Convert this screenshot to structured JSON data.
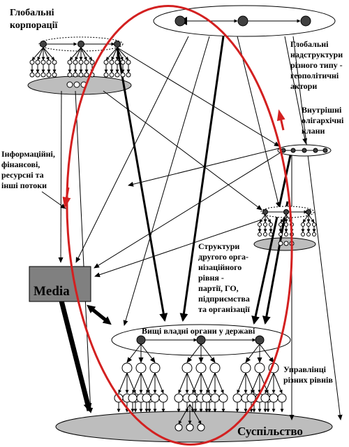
{
  "labels": {
    "global_corporations": [
      "Глобальні",
      "корпорації"
    ],
    "global_superstructures": [
      "Глобальні",
      "надструктури",
      "різного типу -",
      "геополітичні",
      "актори"
    ],
    "oligarch_clans": [
      "Внутрішні",
      "олігархічні",
      "клани"
    ],
    "flows": [
      "Інформаційні,",
      "фінансові,",
      "ресурсні та",
      "інші потоки"
    ],
    "media": "Media",
    "second_level_structures": [
      "Структури",
      "другого орга-",
      "нізаційного",
      "рівня -",
      "партії, ГО,",
      "підприємства",
      "та організації"
    ],
    "state_authorities": "Вищі владні органи у державі",
    "managers": [
      "Управлінці",
      "різних рівнів"
    ],
    "society": "Суспільство"
  },
  "colors": {
    "cycle_ellipse": "#d32020",
    "media_box": "#808080",
    "gray_ellipse": "#bdbdbd",
    "node_fill": "#404040"
  }
}
